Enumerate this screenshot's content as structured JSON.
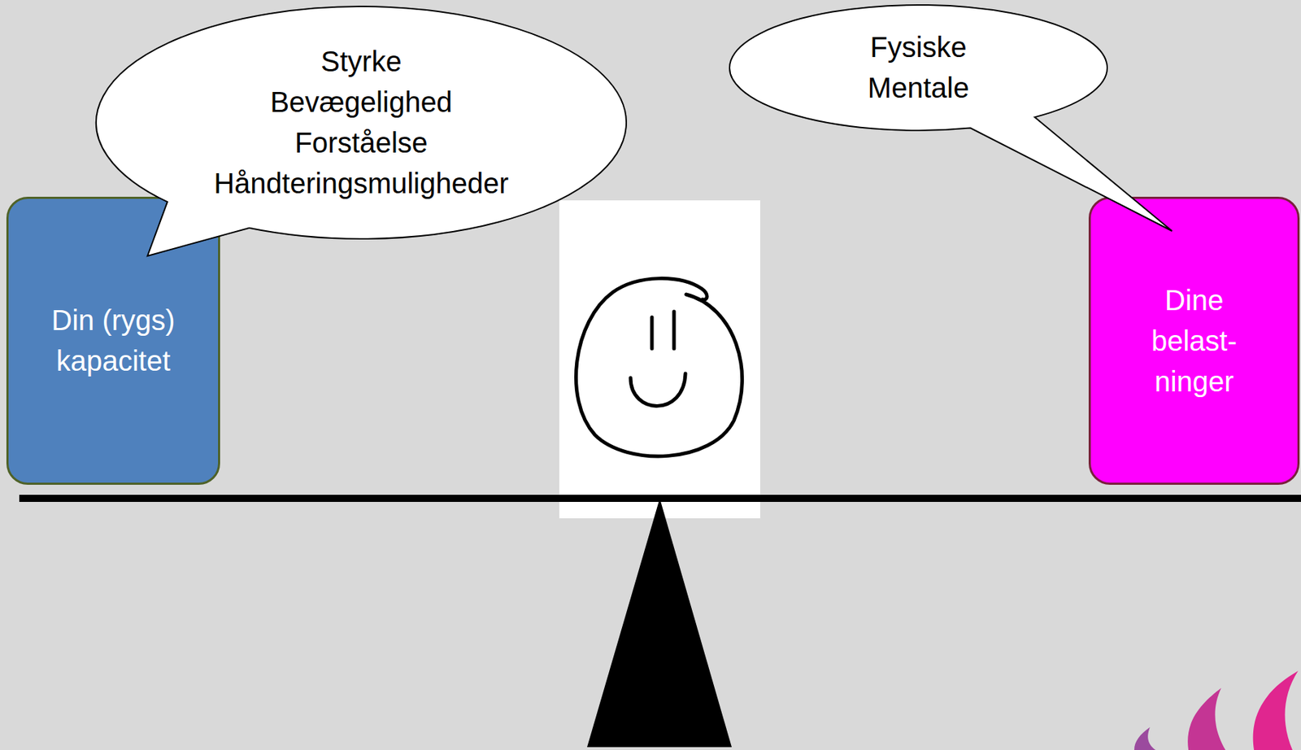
{
  "diagram": {
    "nodes": [
      {
        "text": [
          "Styrke",
          "Bevægelighed",
          "Forståelse",
          "Håndteringsmuligheder"
        ]
      },
      {
        "text": [
          "Fysiske",
          "Mentale"
        ]
      },
      {
        "text": [
          "Din (rygs) kapacitet"
        ]
      },
      {
        "text": [
          "Dine belast- ninger"
        ]
      }
    ]
  }
}
